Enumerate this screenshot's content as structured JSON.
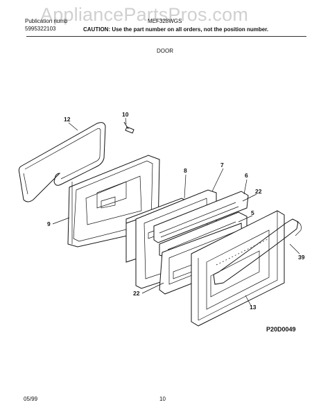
{
  "header": {
    "publication_label": "Publication numb",
    "publication_number": "5995322103",
    "model": "MEF328WGS",
    "caution": "CAUTION:  Use the part number on all orders, not the position number.",
    "watermark": "AppliancePartsPros.com"
  },
  "section_title": "DOOR",
  "figure": {
    "reference": "P20D0049",
    "callouts": [
      "12",
      "10",
      "8",
      "7",
      "6",
      "22",
      "9",
      "5",
      "39",
      "22",
      "13"
    ],
    "colors": {
      "ink": "#111111",
      "watermark": "#d0d0d0"
    }
  },
  "footer": {
    "date": "05/99",
    "page_number": "10"
  }
}
